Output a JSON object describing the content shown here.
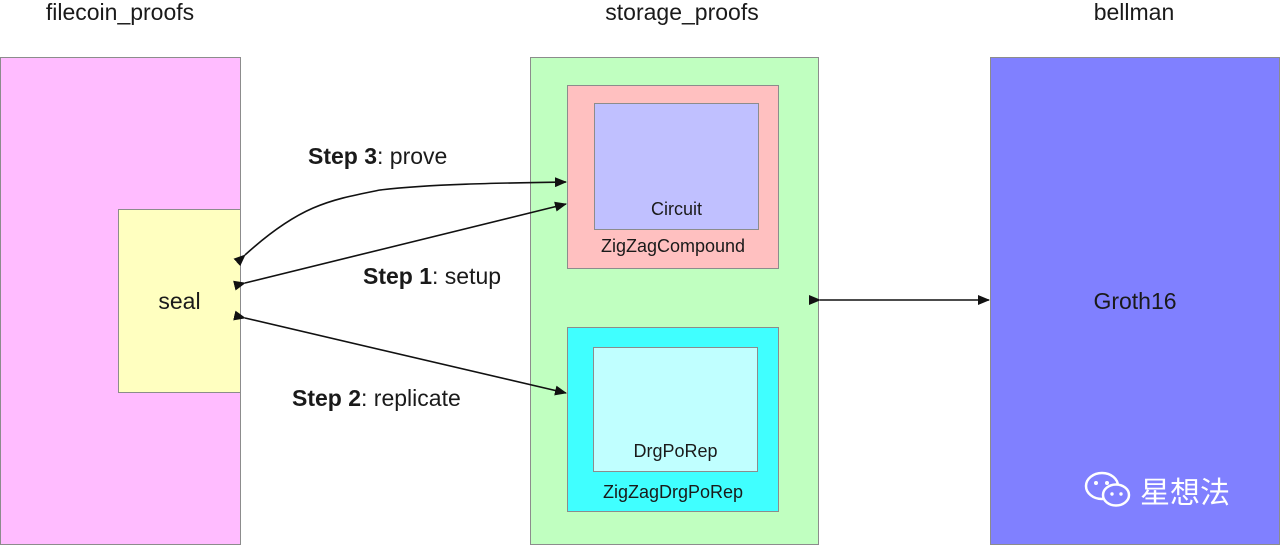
{
  "columns": {
    "filecoin": "filecoin_proofs",
    "storage": "storage_proofs",
    "bellman": "bellman"
  },
  "boxes": {
    "seal": "seal",
    "circuit": "Circuit",
    "zigzag_compound": "ZigZagCompound",
    "drgporep": "DrgPoRep",
    "zigzag_drgporep": "ZigZagDrgPoRep",
    "groth16": "Groth16"
  },
  "steps": [
    {
      "bold": "Step 3",
      "text": ": prove"
    },
    {
      "bold": "Step 1",
      "text": ": setup"
    },
    {
      "bold": "Step 2",
      "text": ": replicate"
    }
  ],
  "watermark": {
    "icon": "wechat-icon",
    "text": "星想法"
  },
  "colors": {
    "filecoin_bg": "#ffbcff",
    "seal_bg": "#ffffc0",
    "storage_bg": "#c0ffc0",
    "compound_bg": "#ffc0c0",
    "circuit_bg": "#c0c0ff",
    "drg_outer_bg": "#40ffff",
    "drg_inner_bg": "#c0ffff",
    "bellman_bg": "#8080ff"
  }
}
